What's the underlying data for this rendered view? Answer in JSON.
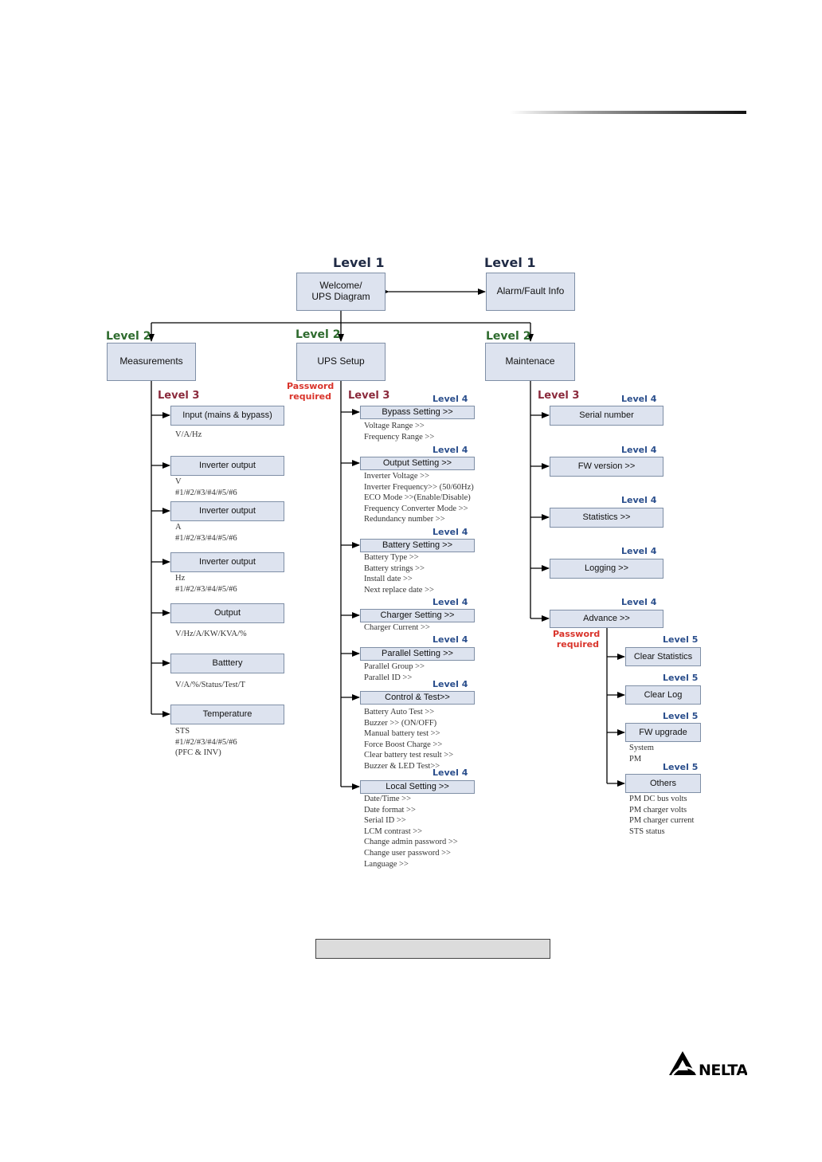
{
  "colors": {
    "box_fill": "#dde3ef",
    "box_border": "#7f8fa6",
    "level1": "#1f2a44",
    "level2": "#2e6b2e",
    "level3": "#8b2a3c",
    "level4": "#2a4e8c",
    "password": "#d9342b",
    "logo": "#000000"
  },
  "level1": {
    "welcome_label": "Level 1",
    "welcome_box": "Welcome/\nUPS Diagram",
    "alarm_label": "Level 1",
    "alarm_box": "Alarm/Fault Info"
  },
  "level2": {
    "measurements_label": "Level 2",
    "measurements_box": "Measurements",
    "setup_label": "Level 2",
    "setup_box": "UPS Setup",
    "setup_password": "Password\nrequired",
    "maint_label": "Level 2",
    "maint_box": "Maintenace"
  },
  "measurements": {
    "level3_label": "Level 3",
    "items": [
      {
        "box": "Input (mains & bypass)",
        "notes": [
          "V/A/Hz"
        ]
      },
      {
        "box": "Inverter output",
        "notes": [
          "V",
          "#1/#2/#3/#4/#5/#6"
        ]
      },
      {
        "box": "Inverter output",
        "notes": [
          "A",
          "#1/#2/#3/#4/#5/#6"
        ]
      },
      {
        "box": "Inverter output",
        "notes": [
          "Hz",
          "#1/#2/#3/#4/#5/#6"
        ]
      },
      {
        "box": "Output",
        "notes": [
          "V/Hz/A/KW/KVA/%"
        ]
      },
      {
        "box": "Batttery",
        "notes": [
          "V/A/%/Status/Test/T"
        ]
      },
      {
        "box": "Temperature",
        "notes": [
          "STS",
          "#1/#2/#3/#4/#5/#6",
          "(PFC & INV)"
        ]
      }
    ]
  },
  "setup": {
    "level3_label": "Level 3",
    "items": [
      {
        "level": "Level 4",
        "box": "Bypass Setting >>",
        "notes": [
          "Voltage Range  >>",
          "Frequency Range  >>"
        ]
      },
      {
        "level": "Level 4",
        "box": "Output Setting >>",
        "notes": [
          "Inverter Voltage  >>",
          "Inverter Frequency>> (50/60Hz)",
          "ECO Mode  >>(Enable/Disable)",
          "Frequency Converter Mode  >>",
          "Redundancy number  >>"
        ]
      },
      {
        "level": "Level 4",
        "box": "Battery Setting >>",
        "notes": [
          "Battery Type  >>",
          "Battery strings  >>",
          "Install date  >>",
          "Next replace date >>"
        ]
      },
      {
        "level": "Level 4",
        "box": "Charger Setting >>",
        "notes": [
          "Charger Current  >>"
        ]
      },
      {
        "level": "Level 4",
        "box": "Parallel  Setting >>",
        "notes": [
          "Parallel Group >>",
          "Parallel ID >>"
        ]
      },
      {
        "level": "Level 4",
        "box": "Control & Test>>",
        "notes": [
          "Battery Auto Test  >>",
          "Buzzer  >> (ON/OFF)",
          "Manual battery test  >>",
          "Force Boost Charge  >>",
          "Clear battery test result >>",
          "Buzzer & LED Test>>"
        ]
      },
      {
        "level": "Level 4",
        "box": "Local Setting >>",
        "notes": [
          "Date/Time  >>",
          "Date format  >>",
          "Serial ID >>",
          "LCM contrast  >>",
          "Change admin password  >>",
          "Change user password  >>",
          "Language  >>"
        ]
      }
    ]
  },
  "maintenance": {
    "level3_label": "Level 3",
    "items": [
      {
        "level": "Level 4",
        "box": "Serial number"
      },
      {
        "level": "Level 4",
        "box": "FW version >>"
      },
      {
        "level": "Level 4",
        "box": "Statistics  >>"
      },
      {
        "level": "Level 4",
        "box": "Logging >>"
      },
      {
        "level": "Level 4",
        "box": "Advance >>"
      }
    ],
    "advance_password": "Password\nrequired",
    "advance_items": [
      {
        "level": "Level 5",
        "box": "Clear Statistics",
        "notes": []
      },
      {
        "level": "Level 5",
        "box": "Clear Log",
        "notes": []
      },
      {
        "level": "Level 5",
        "box": "FW upgrade",
        "notes": [
          "System",
          "PM"
        ]
      },
      {
        "level": "Level 5",
        "box": "Others",
        "notes": [
          "PM DC bus volts",
          "PM charger volts",
          "PM charger current",
          "STS status"
        ]
      }
    ]
  },
  "logo": {
    "brand": "NELTA"
  }
}
